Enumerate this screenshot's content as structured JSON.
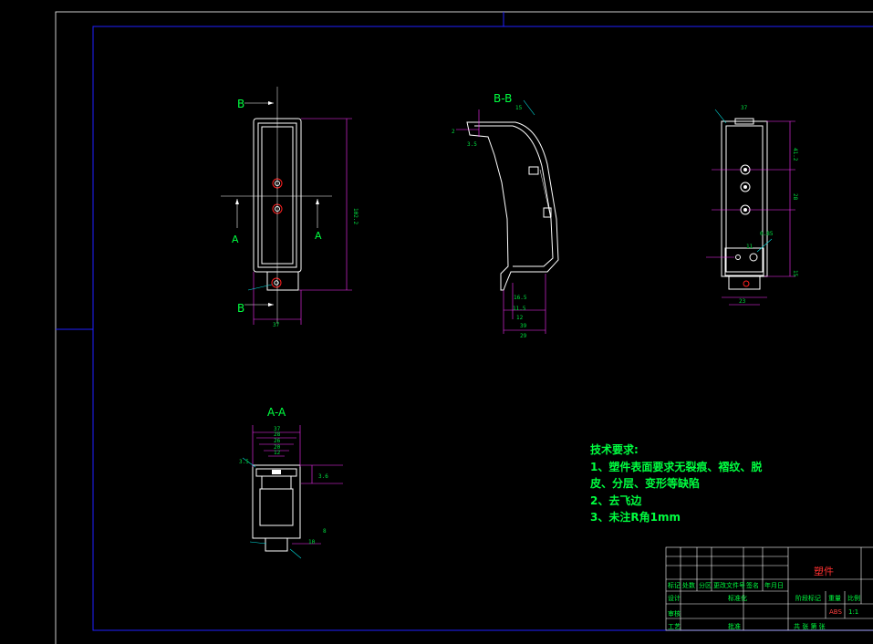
{
  "views": {
    "front_section_label_top": "B",
    "front_section_label_bottom": "B",
    "front_side_label_left": "A",
    "front_side_label_right": "A",
    "front_height_dim": "102.2",
    "front_width_dim": "37",
    "side_view_title": "B-B",
    "section_view_title": "A-A",
    "side_dims": [
      "2",
      "3.5",
      "15",
      "16.5",
      "11.5",
      "12",
      "39",
      "29"
    ],
    "right_dims": [
      "41.2",
      "28",
      "15",
      "11",
      "23",
      "37",
      "0.85"
    ],
    "section_dims": [
      "37",
      "28",
      "26",
      "20",
      "12",
      "3.6",
      "3.5",
      "8",
      "10"
    ]
  },
  "tech_requirements": {
    "title": "技术要求:",
    "line1": "1、塑件表面要求无裂痕、褶纹、脱",
    "line2": "皮、分层、变形等缺陷",
    "line3": "2、去飞边",
    "line4": "3、未注R角1mm"
  },
  "title_block": {
    "part_name": "塑件",
    "row_labels": [
      "标记",
      "处数",
      "分区",
      "更改文件号",
      "签名",
      "年月日"
    ],
    "designer_label": "设计",
    "standard_label": "标准化",
    "checker_label": "审核",
    "process_label": "工艺",
    "approve_label": "批准",
    "stage_label": "阶段标记",
    "weight_label": "重量",
    "scale_label": "比例",
    "material": "ABS",
    "scale_value": "1:1",
    "sheet_text": "共  张  第  张"
  },
  "colors": {
    "background": "#000000",
    "frame": "#2020ff",
    "outline": "#ffffff",
    "dimension": "#ff30ff",
    "text": "#00ff40",
    "name_text": "#ff3030"
  }
}
